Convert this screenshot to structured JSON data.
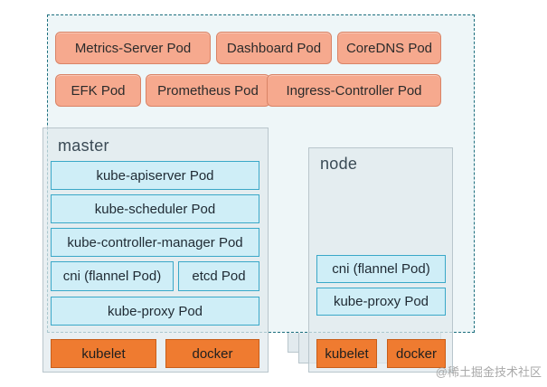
{
  "addons": {
    "metrics_server": "Metrics-Server Pod",
    "dashboard": "Dashboard Pod",
    "coredns": "CoreDNS Pod",
    "efk": "EFK Pod",
    "prometheus": "Prometheus Pod",
    "ingress": "Ingress-Controller Pod"
  },
  "master": {
    "title": "master",
    "apiserver": "kube-apiserver Pod",
    "scheduler": "kube-scheduler Pod",
    "controller_manager": "kube-controller-manager Pod",
    "cni": "cni (flannel  Pod)",
    "etcd": "etcd Pod",
    "proxy": "kube-proxy Pod",
    "kubelet": "kubelet",
    "docker": "docker"
  },
  "node": {
    "title": "node",
    "cni": "cni (flannel  Pod)",
    "proxy": "kube-proxy Pod",
    "kubelet": "kubelet",
    "docker": "docker"
  },
  "watermark": "@稀土掘金技术社区",
  "colors": {
    "addon_fill": "#f6a98e",
    "pod_fill": "#cfeef7",
    "pod_border": "#3aa8c8",
    "runtime_fill": "#ef7b30",
    "cluster_border": "#1d6f7e",
    "panel_fill": "#e2eaee"
  }
}
